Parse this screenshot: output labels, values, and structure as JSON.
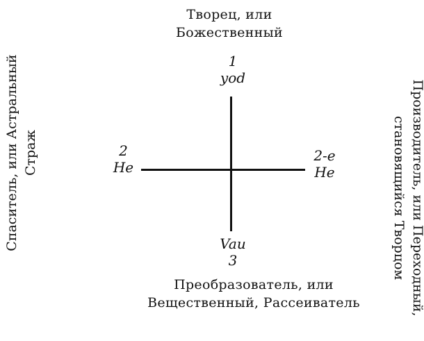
{
  "top_label": {
    "line1": "Творец, или",
    "line2": "Божественный"
  },
  "bottom_label": {
    "line1": "Преобразователь, или",
    "line2": "Вещественный, Рассеиватель"
  },
  "left_label": {
    "line1": "Спаситель, или Астральный",
    "line2": "Страж"
  },
  "right_label": {
    "line1": "Производитель, или Переходный,",
    "line2": "становящийся Творцом"
  },
  "points": {
    "top": {
      "number": "1",
      "letter": "yod"
    },
    "left": {
      "number": "2",
      "letter": "He"
    },
    "right": {
      "number": "2-e",
      "letter": "He"
    },
    "bottom": {
      "letter": "Vau",
      "number": "3"
    }
  },
  "colors": {
    "ink": "#111111",
    "background": "#ffffff"
  }
}
